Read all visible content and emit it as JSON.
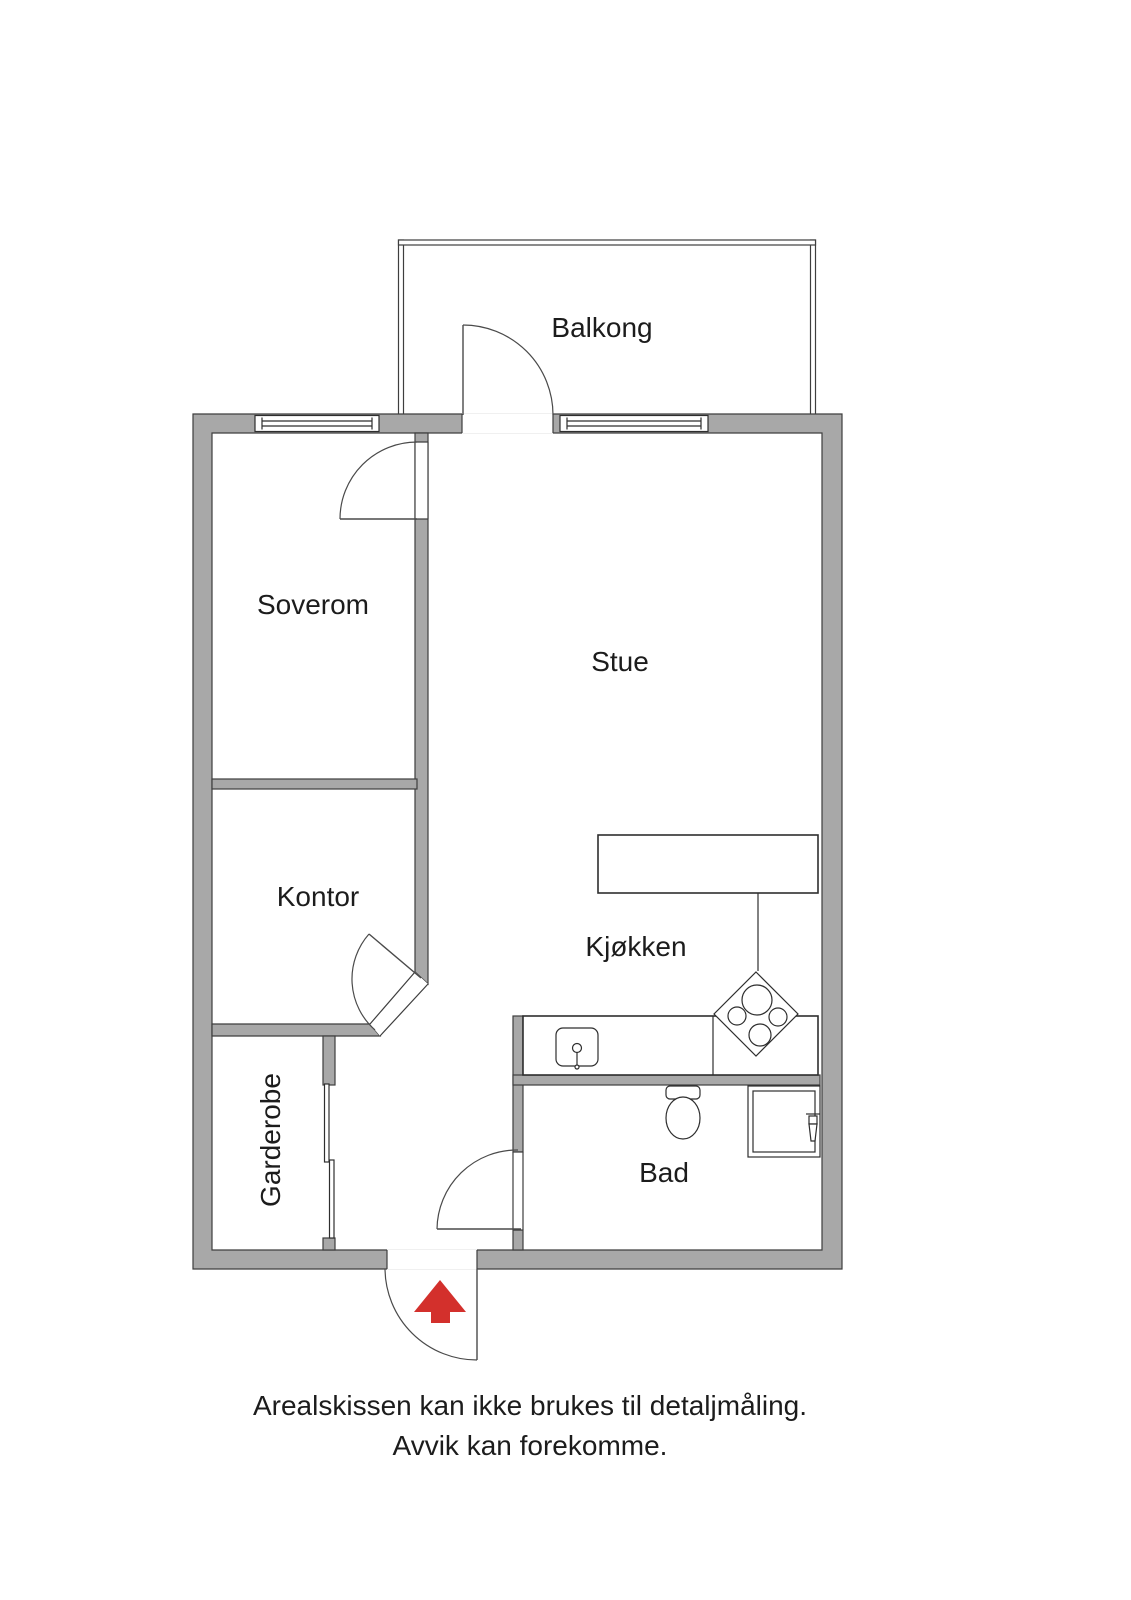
{
  "floorplan": {
    "rooms": {
      "balcony": "Balkong",
      "bedroom": "Soverom",
      "living": "Stue",
      "office": "Kontor",
      "kitchen": "Kjøkken",
      "wardrobe": "Garderobe",
      "bathroom": "Bad"
    },
    "disclaimer": {
      "line1": "Arealskissen kan ikke brukes til detaljmåling.",
      "line2": "Avvik kan forekomme."
    },
    "colors": {
      "wall": "#a8a8a8",
      "outline": "#3e3e3e",
      "arrow": "#d3302c",
      "background": "#ffffff",
      "text": "#1c1c1c"
    },
    "icons": {
      "entrance_arrow": "entrance-direction-arrow",
      "stove": "stove-burners-icon",
      "sink": "kitchen-sink-icon",
      "toilet": "toilet-icon",
      "shower": "shower-cabin-icon"
    }
  }
}
